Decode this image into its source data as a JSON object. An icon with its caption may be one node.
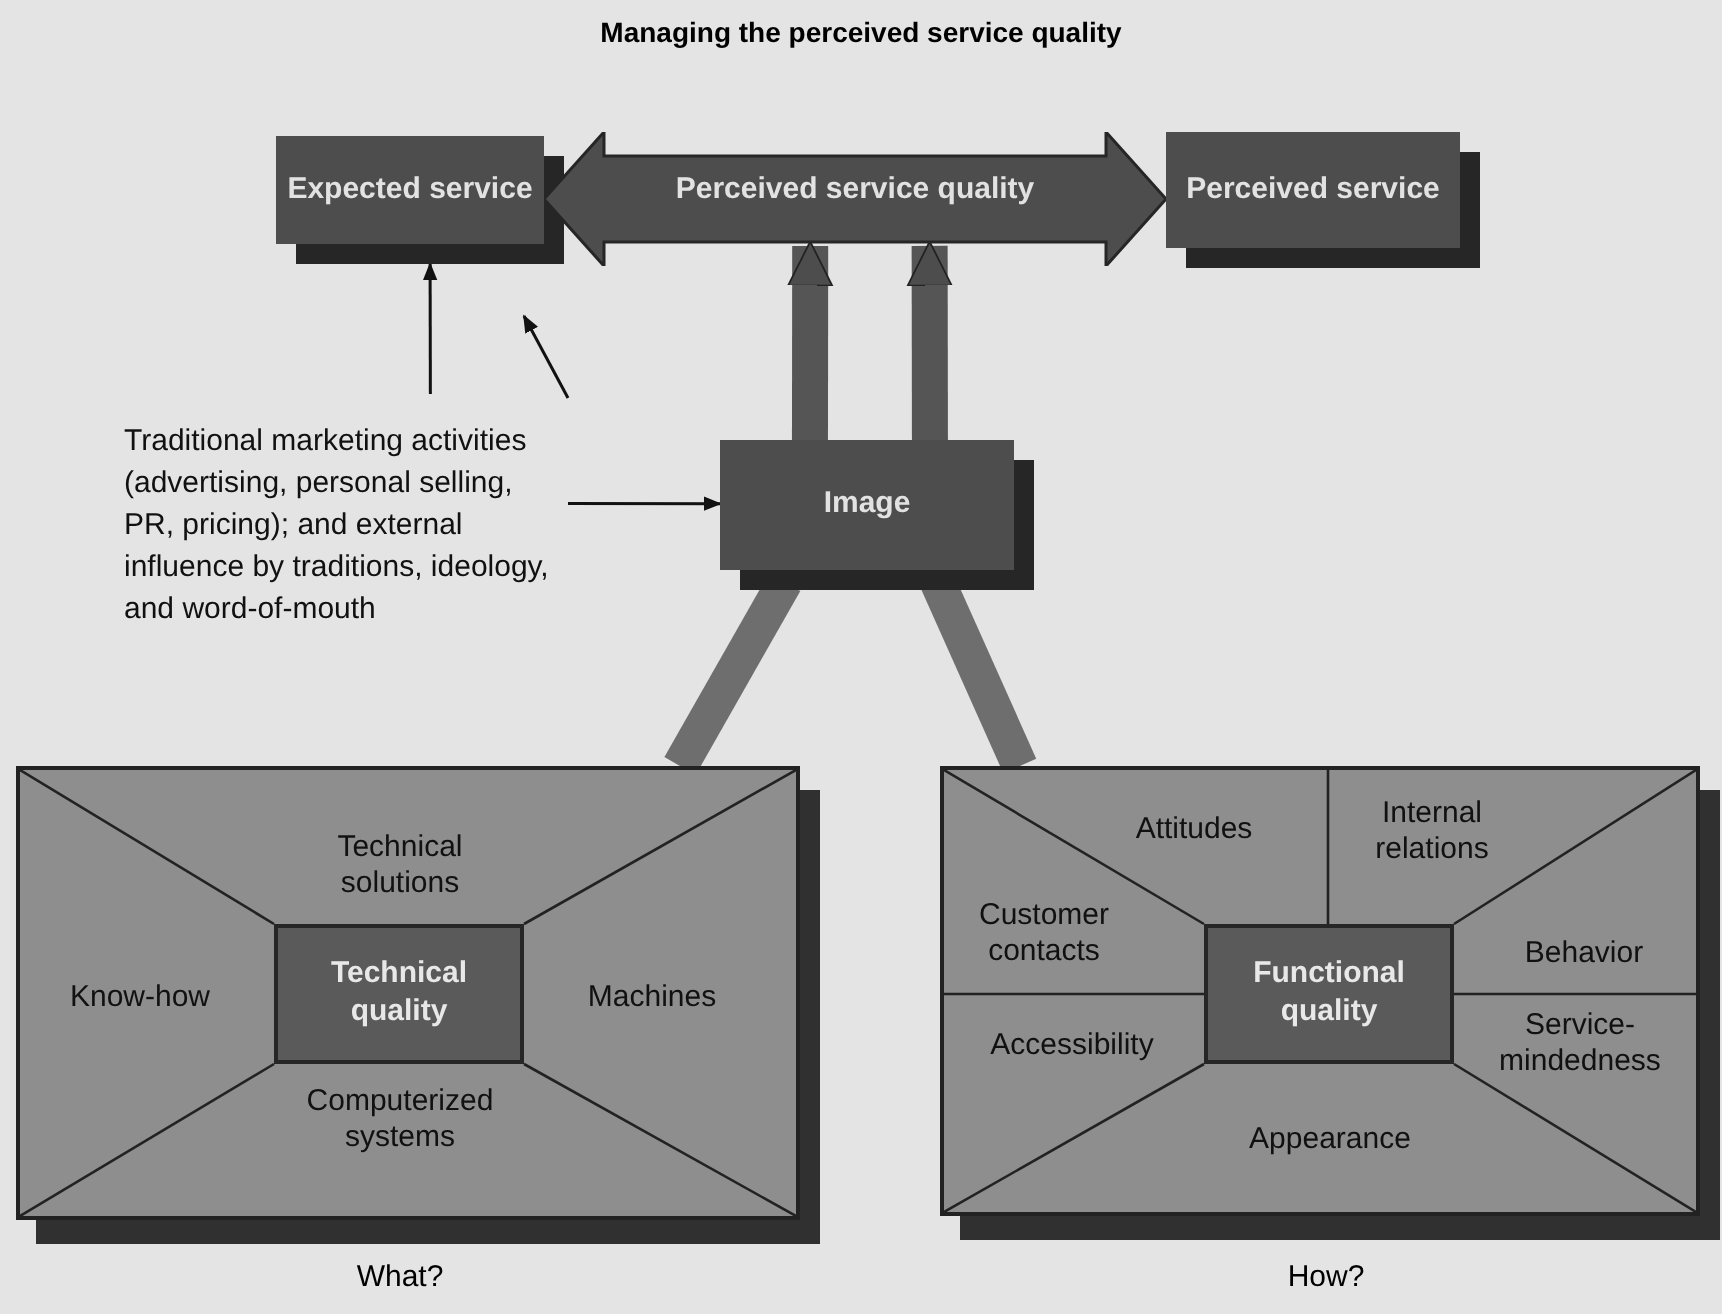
{
  "diagram": {
    "title": "Managing the perceived service quality",
    "nodes": [
      {
        "text": [
          "Expected service"
        ]
      },
      {
        "text": [
          "Perceived service quality"
        ]
      },
      {
        "text": [
          "Perceived service"
        ]
      },
      {
        "text": [
          "Traditional marketing activities (advertising, personal selling, PR, pricing); and external influence by traditions, ideology, and word-of-mouth"
        ]
      },
      {
        "text": [
          "Image"
        ]
      },
      {
        "text": [],
        "shape": "box",
        "beside": [
          "What?"
        ]
      },
      {
        "text": [
          "Technical solutions"
        ],
        "in": 5
      },
      {
        "text": [
          "Know-how"
        ],
        "in": 5
      },
      {
        "text": [
          "Technical quality"
        ],
        "in": 5
      },
      {
        "text": [
          "Machines"
        ],
        "in": 5
      },
      {
        "text": [
          "Computerized systems"
        ],
        "in": 5
      },
      {
        "text": [],
        "shape": "box",
        "beside": [
          "How?"
        ]
      },
      {
        "text": [
          "Attitudes"
        ],
        "in": 11
      },
      {
        "text": [
          "Internal relations"
        ],
        "in": 11
      },
      {
        "text": [
          "Customer contacts"
        ],
        "in": 11
      },
      {
        "text": [
          "Behavior"
        ],
        "in": 11
      },
      {
        "text": [
          "Functional quality"
        ],
        "in": 11
      },
      {
        "text": [
          "Accessibility"
        ],
        "in": 11
      },
      {
        "text": [
          "Service-mindedness"
        ],
        "in": 11
      },
      {
        "text": [
          "Appearance"
        ],
        "in": 11
      }
    ],
    "edges": [
      {
        "from": 4,
        "to": 1,
        "arrow": "to"
      },
      {
        "from": 4,
        "to": 1,
        "arrow": "to"
      },
      {
        "from": 3,
        "to": 0,
        "arrow": "to"
      },
      {
        "from": 3,
        "to": null,
        "arrow": "to"
      },
      {
        "from": 3,
        "to": 4,
        "arrow": "to"
      },
      {
        "from": 5,
        "to": 4,
        "arrow": "none",
        "color": "#6e6e6e"
      },
      {
        "from": 11,
        "to": 4,
        "arrow": "none",
        "color": "#6e6e6e"
      }
    ]
  }
}
